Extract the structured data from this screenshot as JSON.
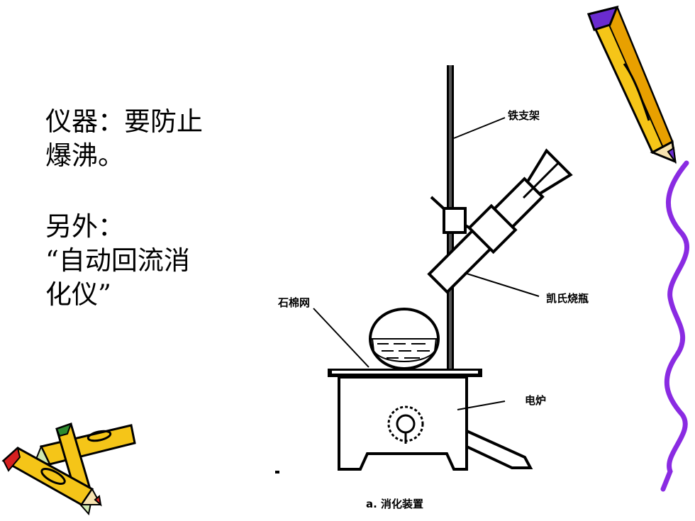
{
  "slide": {
    "text_line1": "仪器：要防止",
    "text_line2": "爆沸。",
    "text_line3": "另外：",
    "text_line4": "“自动回流消",
    "text_line5": "化仪”"
  },
  "diagram": {
    "label_iron_stand": "铁支架",
    "label_asbestos_net": "石棉网",
    "label_kjeldahl_flask": "凯氏烧瓶",
    "label_electric_stove": "电炉",
    "caption": "a. 消化装置"
  },
  "colors": {
    "border_purple": "#8a2be2",
    "pencil_yellow": "#f5c518",
    "pencil_outline": "#000000"
  }
}
